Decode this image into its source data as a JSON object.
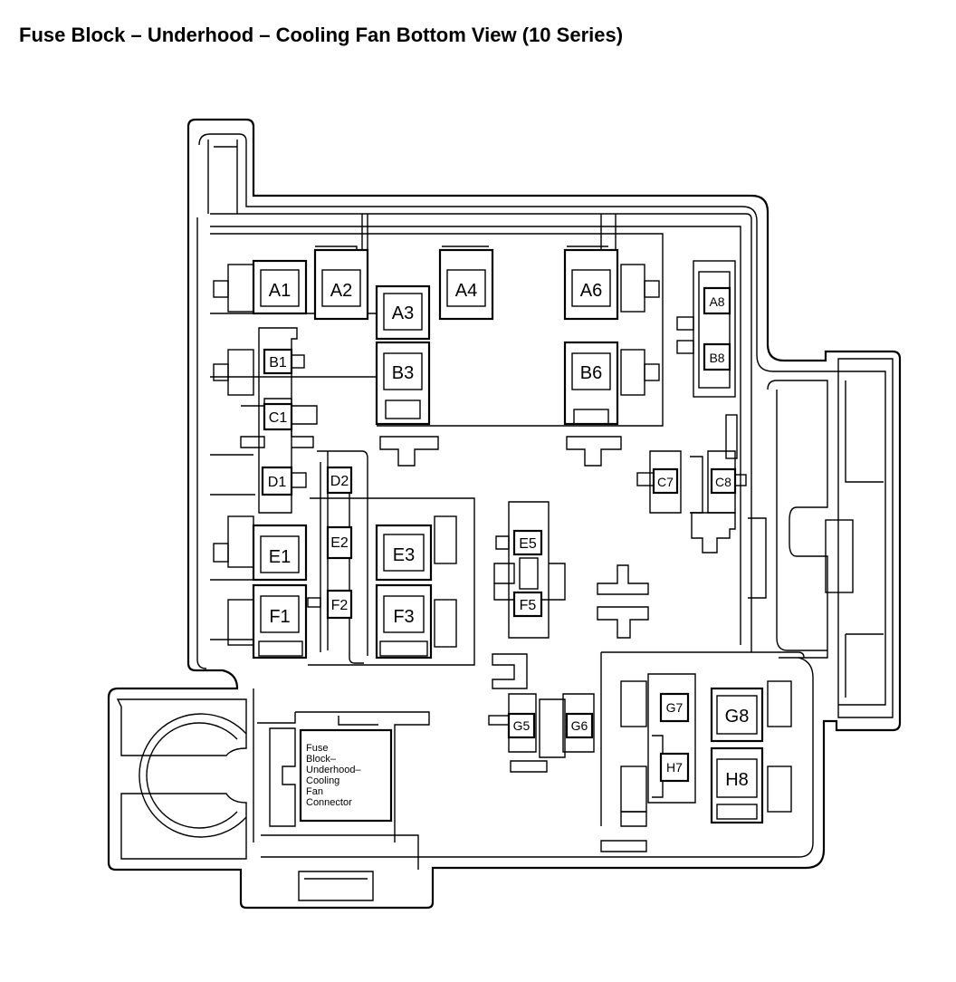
{
  "title": "Fuse Block – Underhood – Cooling Fan Bottom View (10 Series)",
  "cavities": {
    "A1": "A1",
    "A2": "A2",
    "A3": "A3",
    "A4": "A4",
    "A6": "A6",
    "A8": "A8",
    "B1": "B1",
    "B3": "B3",
    "B6": "B6",
    "B8": "B8",
    "C1": "C1",
    "C7": "C7",
    "C8": "C8",
    "D1": "D1",
    "D2": "D2",
    "E1": "E1",
    "E2": "E2",
    "E3": "E3",
    "E5": "E5",
    "F1": "F1",
    "F2": "F2",
    "F3": "F3",
    "F5": "F5",
    "G5": "G5",
    "G6": "G6",
    "G7": "G7",
    "G8": "G8",
    "H7": "H7",
    "H8": "H8"
  },
  "connector_label": [
    "Fuse",
    "Block–",
    "Underhood–",
    "Cooling",
    "Fan",
    "Connector"
  ]
}
